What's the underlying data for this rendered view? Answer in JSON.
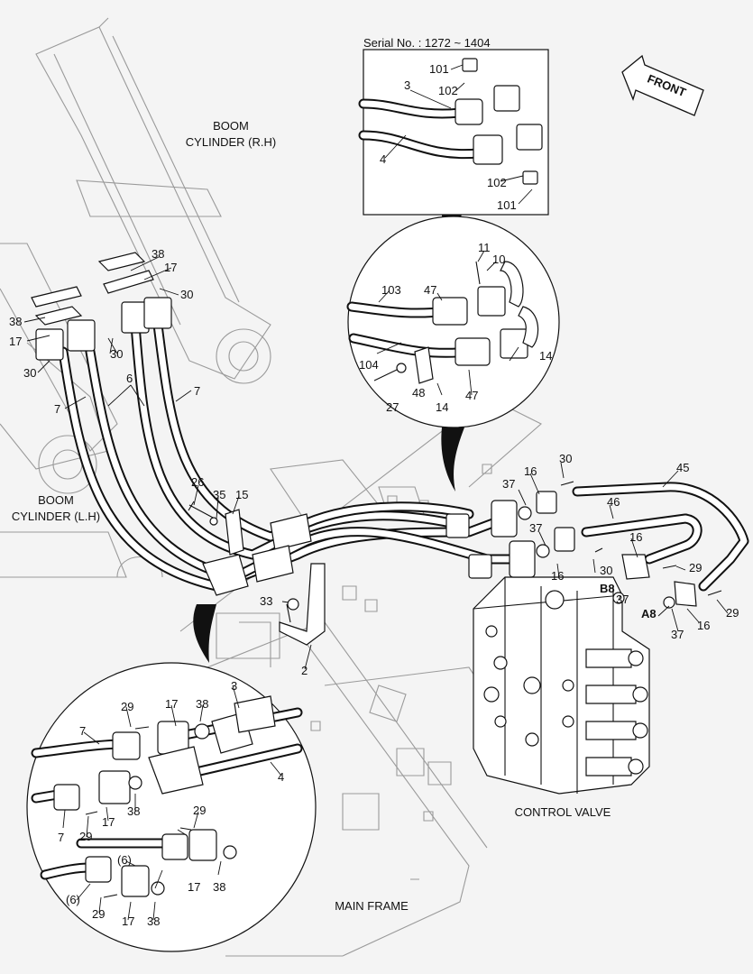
{
  "labels": {
    "boom_rh": [
      "BOOM",
      "CYLINDER (R.H)"
    ],
    "boom_lh": [
      "BOOM",
      "CYLINDER (L.H)"
    ],
    "control_valve": "CONTROL VALVE",
    "main_frame": "MAIN FRAME",
    "serial": "Serial No. : 1272 ~ 1404",
    "front": "FRONT",
    "port_b8": "B8",
    "port_a8": "A8"
  },
  "callouts": {
    "c101a": "101",
    "c102a": "102",
    "c3a": "3",
    "c4a": "4",
    "c102b": "102",
    "c101b": "101",
    "c11": "11",
    "c10": "10",
    "c103": "103",
    "c47a": "47",
    "c104": "104",
    "c14a": "14",
    "c48": "48",
    "c27": "27",
    "c14b": "14",
    "c47b": "47",
    "c38a": "38",
    "c17a": "17",
    "c30a": "30",
    "c38b": "38",
    "c17b": "17",
    "c30b": "30",
    "c30c": "30",
    "c6": "6",
    "c7a": "7",
    "c7b": "7",
    "c26": "26",
    "c35": "35",
    "c15": "15",
    "c33": "33",
    "c2": "2",
    "c30d": "30",
    "c45": "45",
    "c16a": "16",
    "c37a": "37",
    "c46": "46",
    "c37b": "37",
    "c16b": "16",
    "c29a": "29",
    "c30e": "30",
    "c16c": "16",
    "c37c": "37",
    "c29b": "29",
    "c37d": "37",
    "c16d": "16",
    "c29c": "29",
    "c17c": "17",
    "c38c": "38",
    "c3b": "3",
    "c7c": "7",
    "c4b": "4",
    "c7d": "7",
    "c29d": "29",
    "c17d": "17",
    "c38d": "38",
    "c29e": "29",
    "c6a": "(6)",
    "c6b": "(6)",
    "c17e": "17",
    "c38e": "38",
    "c29f": "29",
    "c17f": "17",
    "c38f": "38"
  },
  "colors": {
    "line": "#111111",
    "background": "#f4f4f4",
    "faint": "#9a9a9a"
  }
}
